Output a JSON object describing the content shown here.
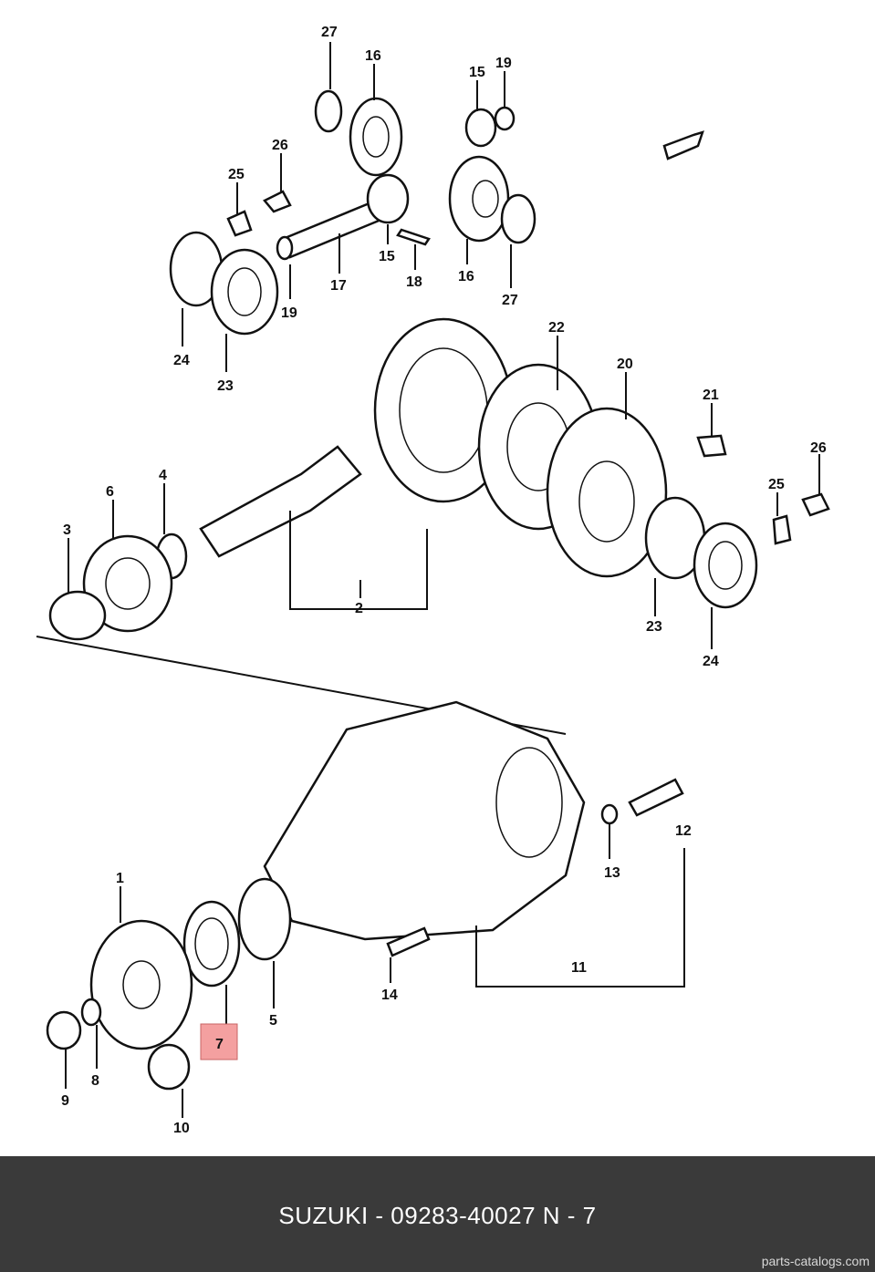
{
  "diagram": {
    "labels": {
      "p27a": "27",
      "p16a": "16",
      "p15a": "15",
      "p19a": "19",
      "p26a": "26",
      "p25a": "25",
      "p17": "17",
      "p15b": "15",
      "p18": "18",
      "p16b": "16",
      "p27b": "27",
      "p19b": "19",
      "p24a": "24",
      "p23a": "23",
      "p22": "22",
      "p20": "20",
      "p21": "21",
      "p26b": "26",
      "p25b": "25",
      "p6": "6",
      "p4": "4",
      "p3": "3",
      "p2": "2",
      "p23b": "23",
      "p24b": "24",
      "p1": "1",
      "p12": "12",
      "p13": "13",
      "p11": "11",
      "p14": "14",
      "p5": "5",
      "p7": "7",
      "p9": "9",
      "p8": "8",
      "p10": "10"
    },
    "highlight_color": "#f4a0a0"
  },
  "footer": {
    "title": "SUZUKI - 09283-40027   N - 7",
    "site": "parts-catalogs.com",
    "background": "#3a3a3a"
  }
}
